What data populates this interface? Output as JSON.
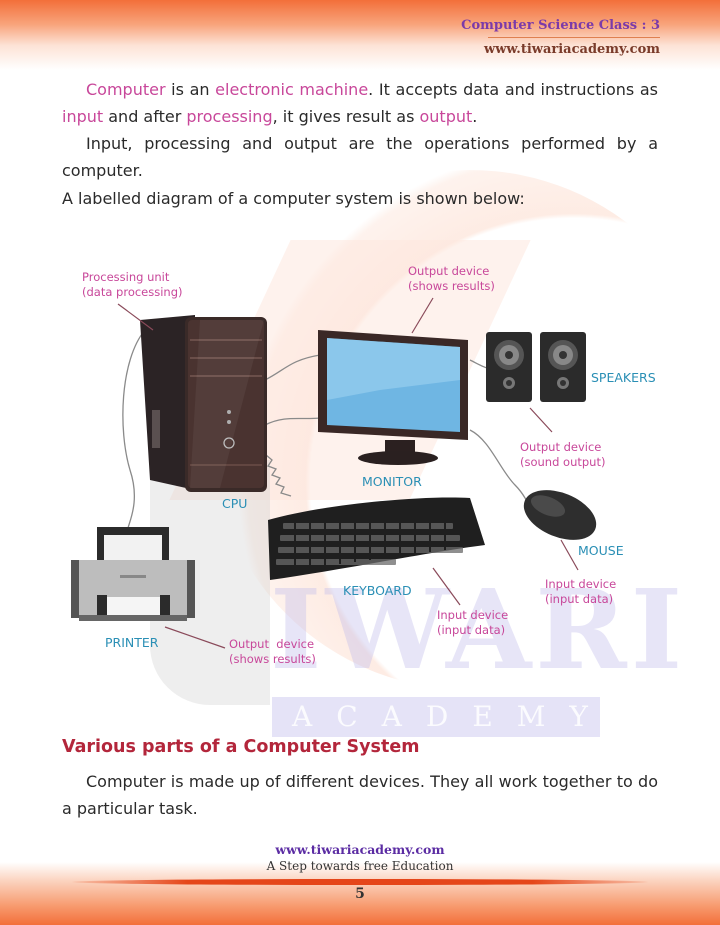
{
  "header": {
    "title": "Computer Science Class : 3",
    "url": "www.tiwariacademy.com"
  },
  "intro": {
    "p1": {
      "w1": "Computer",
      "t1": " is an ",
      "w2": "electronic machine",
      "t2": ". It accepts data and instructions as ",
      "w3": "input",
      "t3": " and after ",
      "w4": "processing",
      "t4": ", it gives result as ",
      "w5": "output",
      "t5": "."
    },
    "p2": "Input, processing and output are the operations performed by a computer.",
    "p3": "A labelled diagram of a computer system is shown below:"
  },
  "diagram": {
    "devices": {
      "cpu": "CPU",
      "monitor": "MONITOR",
      "speakers": "SPEAKERS",
      "keyboard": "KEYBOARD",
      "mouse": "MOUSE",
      "printer": "PRINTER"
    },
    "descriptions": {
      "cpu": [
        "Processing unit",
        "(data processing)"
      ],
      "monitor": [
        "Output device",
        "(shows results)"
      ],
      "speakers": [
        "Output device",
        "(sound output)"
      ],
      "keyboard": [
        "Input device",
        "(input data)"
      ],
      "mouse": [
        "Input device",
        "(input data)"
      ],
      "printer": [
        "Output  device",
        "(shows results)"
      ]
    }
  },
  "section": {
    "heading": "Various parts of a Computer System",
    "body": "Computer is made up of different devices. They all work together to do a particular task."
  },
  "watermark": {
    "word1": "IWARI",
    "word2": "ACADEMY"
  },
  "footer": {
    "url": "www.tiwariacademy.com",
    "tagline": "A Step towards free Education",
    "page_number": "5"
  },
  "colors": {
    "highlight_pink": "#c8479a",
    "device_label_blue": "#2a8fb5",
    "heading_red": "#b3263b",
    "header_purple": "#7b3aa9",
    "band_orange": "#f36f3a"
  }
}
